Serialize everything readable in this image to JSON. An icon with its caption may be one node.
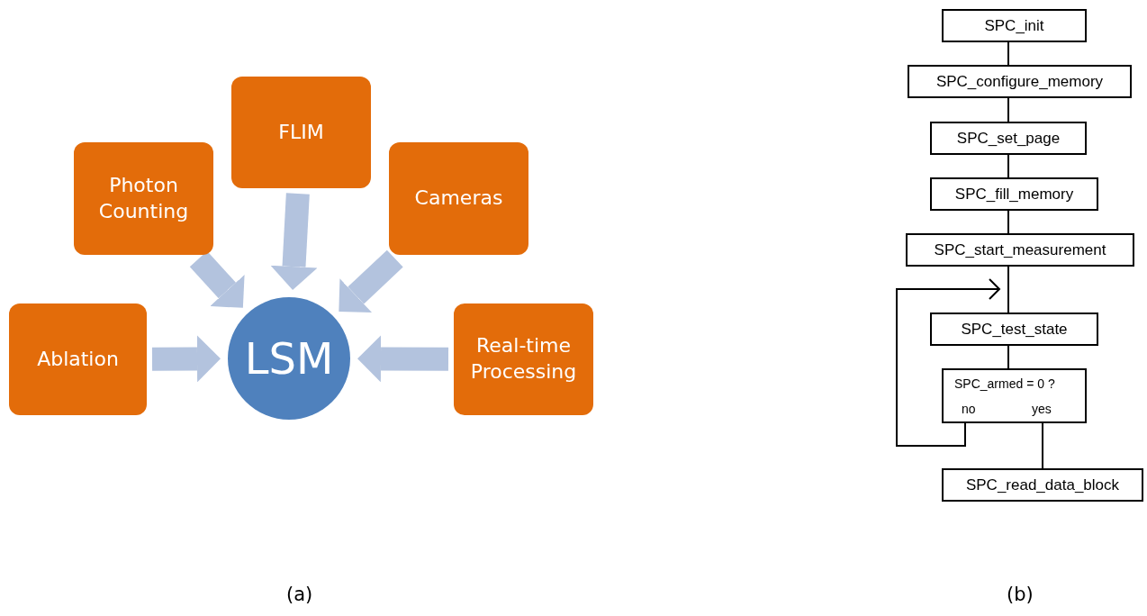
{
  "diagram": {
    "nodes": [
      {
        "text": [
          "LSM"
        ]
      },
      {
        "text": [
          "Ablation"
        ]
      },
      {
        "text": [
          "Photon Counting"
        ]
      },
      {
        "text": [
          "FLIM"
        ]
      },
      {
        "text": [
          "Cameras"
        ]
      },
      {
        "text": [
          "Real-time Processing"
        ]
      },
      {
        "text": [
          "SPC_init"
        ]
      },
      {
        "text": [
          "SPC_configure_memory"
        ]
      },
      {
        "text": [
          "SPC_set_page"
        ]
      },
      {
        "text": [
          "SPC_fill_memory"
        ]
      },
      {
        "text": [
          "SPC_start_measurement"
        ]
      },
      {
        "text": [
          "SPC_test_state"
        ]
      },
      {
        "text": [
          "SPC_armed = 0 ?",
          "no",
          "yes"
        ]
      },
      {
        "text": [
          "SPC_read_data_block"
        ]
      }
    ],
    "edges": [
      {
        "from": 1,
        "to": 0,
        "arrow": "to",
        "style": "thick",
        "color": "#b3c3de"
      },
      {
        "from": 2,
        "to": 0,
        "arrow": "to",
        "style": "thick",
        "color": "#b3c3de"
      },
      {
        "from": 3,
        "to": 0,
        "arrow": "to",
        "style": "thick",
        "color": "#b3c3de"
      },
      {
        "from": 4,
        "to": 0,
        "arrow": "to",
        "style": "thick",
        "color": "#b3c3de"
      },
      {
        "from": 5,
        "to": 0,
        "arrow": "to",
        "style": "thick",
        "color": "#b3c3de"
      },
      {
        "from": 6,
        "to": 7,
        "arrow": "none"
      },
      {
        "from": 7,
        "to": 8,
        "arrow": "none"
      },
      {
        "from": 8,
        "to": 9,
        "arrow": "none"
      },
      {
        "from": 9,
        "to": 10,
        "arrow": "none"
      },
      {
        "from": 10,
        "to": 11,
        "arrow": "none"
      },
      {
        "from": 11,
        "to": 12,
        "arrow": "none"
      },
      {
        "from": 12,
        "to": 13,
        "arrow": "none"
      },
      {
        "from": 12,
        "to": 11,
        "arrow": "to"
      }
    ],
    "labels": [
      "(a)",
      "(b)"
    ]
  }
}
